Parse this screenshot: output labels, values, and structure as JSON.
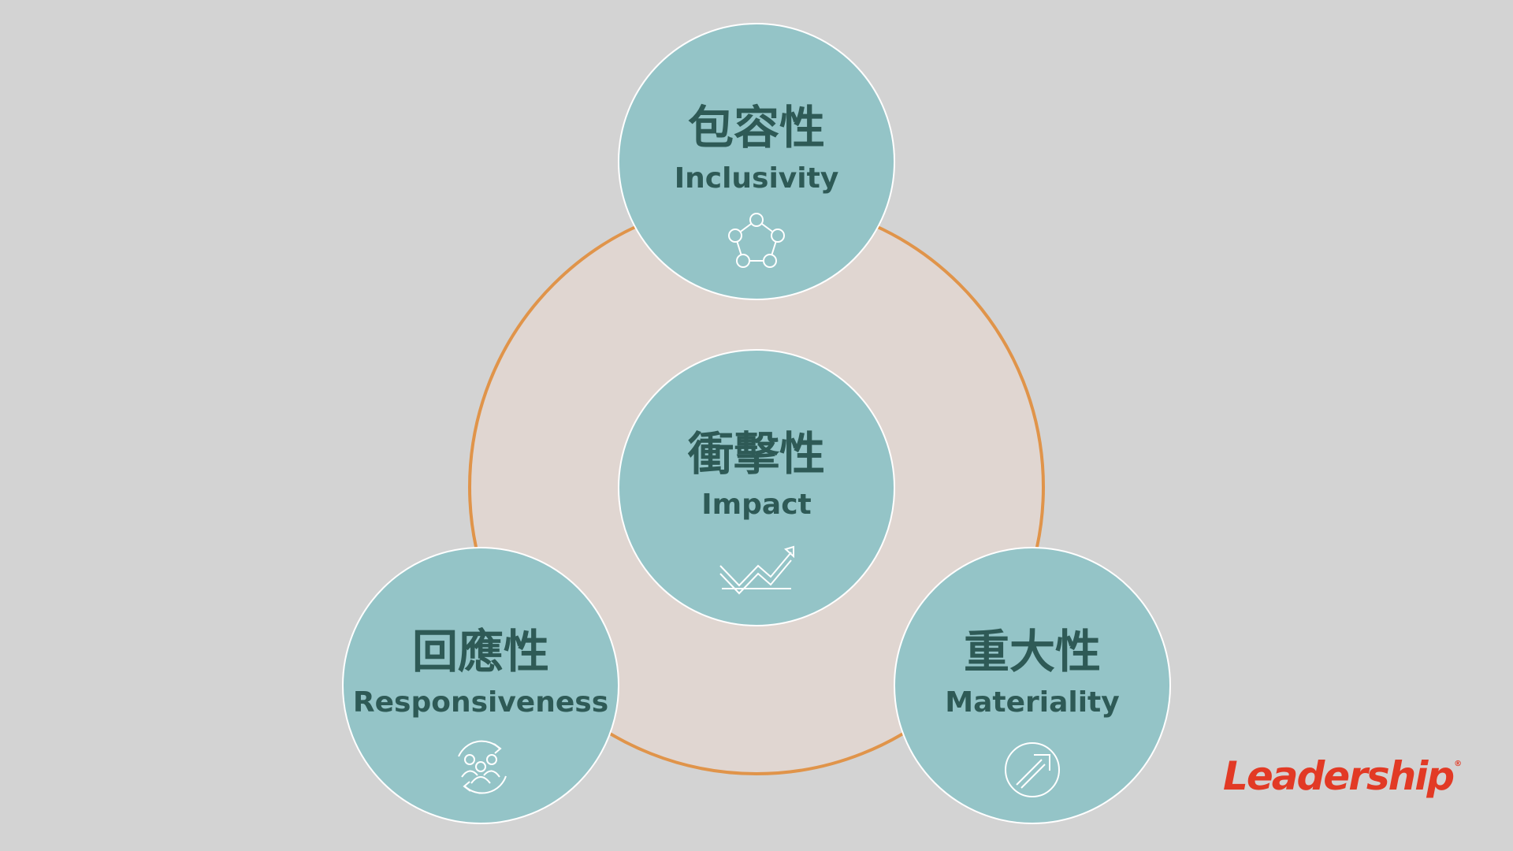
{
  "colors": {
    "background": "#d3d3d3",
    "ring_fill": "#e0d6d1",
    "ring_stroke": "#e0944a",
    "node_fill": "#94c4c7",
    "node_stroke": "#ffffff",
    "text": "#2e5a56",
    "icon": "#ffffff",
    "logo": "#e23a25"
  },
  "nodes": {
    "top": {
      "zh": "包容性",
      "en": "Inclusivity",
      "icon": "pentagon-network-icon"
    },
    "center": {
      "zh": "衝擊性",
      "en": "Impact",
      "icon": "trend-up-chart-icon"
    },
    "left": {
      "zh": "回應性",
      "en": "Responsiveness",
      "icon": "people-cycle-icon"
    },
    "right": {
      "zh": "重大性",
      "en": "Materiality",
      "icon": "circle-arrow-up-right-icon"
    }
  },
  "logo": {
    "text": "Leadership",
    "mark": "®"
  }
}
